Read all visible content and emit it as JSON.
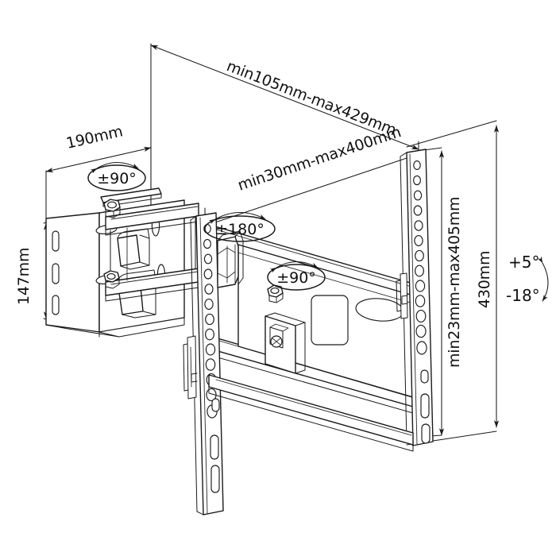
{
  "drawing": {
    "title": "Full-motion TV wall mount dimensional drawing",
    "type": "technical-line-drawing",
    "background_color": "#ffffff",
    "line_color": "#1b1b1b"
  },
  "dimensions": {
    "extension_full": {
      "label": "min105mm-max429mm",
      "min_mm": 105,
      "max_mm": 429,
      "orientation": "diagonal-top"
    },
    "extension_arm": {
      "label": "min30mm-max400mm",
      "min_mm": 30,
      "max_mm": 400,
      "orientation": "diagonal-middle"
    },
    "plate_width": {
      "label": "190mm",
      "value_mm": 190,
      "orientation": "diagonal-left-top"
    },
    "plate_height": {
      "label": "147mm",
      "value_mm": 147,
      "orientation": "vertical-left"
    },
    "screen_rail_span": {
      "label": "min23mm-max405mm",
      "min_mm": 23,
      "max_mm": 405,
      "orientation": "vertical-right-inner"
    },
    "overall_height": {
      "label": "430mm",
      "value_mm": 430,
      "orientation": "vertical-right-outer"
    }
  },
  "angles": {
    "swivel_wall": {
      "label": "±90°",
      "value": "±90°",
      "location": "wall-plate-pivot"
    },
    "rotation": {
      "label": "±180°",
      "value": "±180°",
      "location": "screen-bracket-pivot"
    },
    "swivel_arm": {
      "label": "±90°",
      "value": "±90°",
      "location": "mid-arm-pivot"
    },
    "tilt_up": {
      "label": "+5°",
      "value": "+5°"
    },
    "tilt_down": {
      "label": "-18°",
      "value": "-18°"
    }
  },
  "parts": {
    "wall_plate": "wall-mounting-plate",
    "articulating_arm": "articulating-arm",
    "swivel_joint": "swivel-joint",
    "vertical_rail_left": "left-vertical-rail",
    "vertical_rail_right": "right-vertical-rail",
    "crossbar": "horizontal-crossbar",
    "tilt_lock": "tilt-lock-mechanism"
  }
}
